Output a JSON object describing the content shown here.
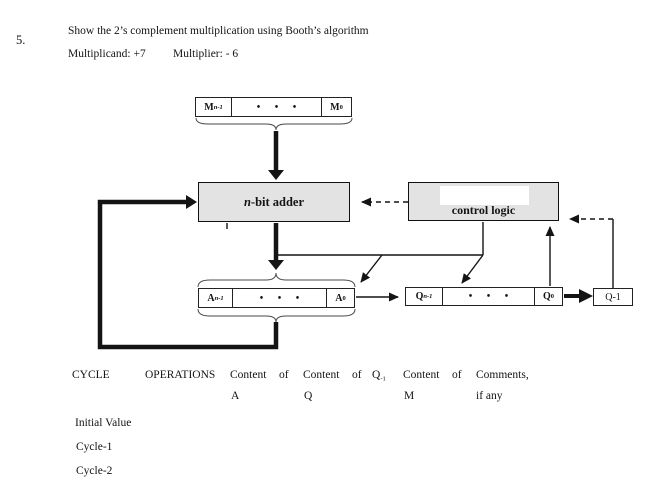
{
  "colors": {
    "box_fill": "#e3e3e3",
    "line_color": "#141414"
  },
  "header": {
    "question_number": "5.",
    "prompt": "Show the 2’s complement multiplication using Booth’s algorithm",
    "multiplicand": "Multiplicand: +7",
    "multiplier": "Multiplier:  - 6"
  },
  "diagram": {
    "dots": "• • •",
    "m_register": {
      "hi_base": "M",
      "hi_sub": "n-1",
      "lo_base": "M",
      "lo_sub": "0"
    },
    "a_register": {
      "hi_base": "A",
      "hi_sub": "n-1",
      "lo_base": "A",
      "lo_sub": "0"
    },
    "q_register": {
      "hi_base": "Q",
      "hi_sub": "n-1",
      "lo_base": "Q",
      "lo_sub": "0"
    },
    "q_minus1_label": "Q-1",
    "adder_label_italic": "n",
    "adder_label_rest": "-bit adder",
    "control_label": "control logic"
  },
  "table": {
    "header": {
      "cycle": "CYCLE",
      "operations": "OPERATIONS",
      "content_a": "Content",
      "of_a": "of",
      "a": "A",
      "content_q": "Content",
      "of_q": "of",
      "q": "Q",
      "q_minus1_base": "Q",
      "q_minus1_sub": "-1",
      "content_m": "Content",
      "of_m": "of",
      "m": "M",
      "comments": "Comments,",
      "if_any": "if any"
    },
    "rows": [
      "Initial Value",
      "Cycle-1",
      "Cycle-2"
    ]
  }
}
